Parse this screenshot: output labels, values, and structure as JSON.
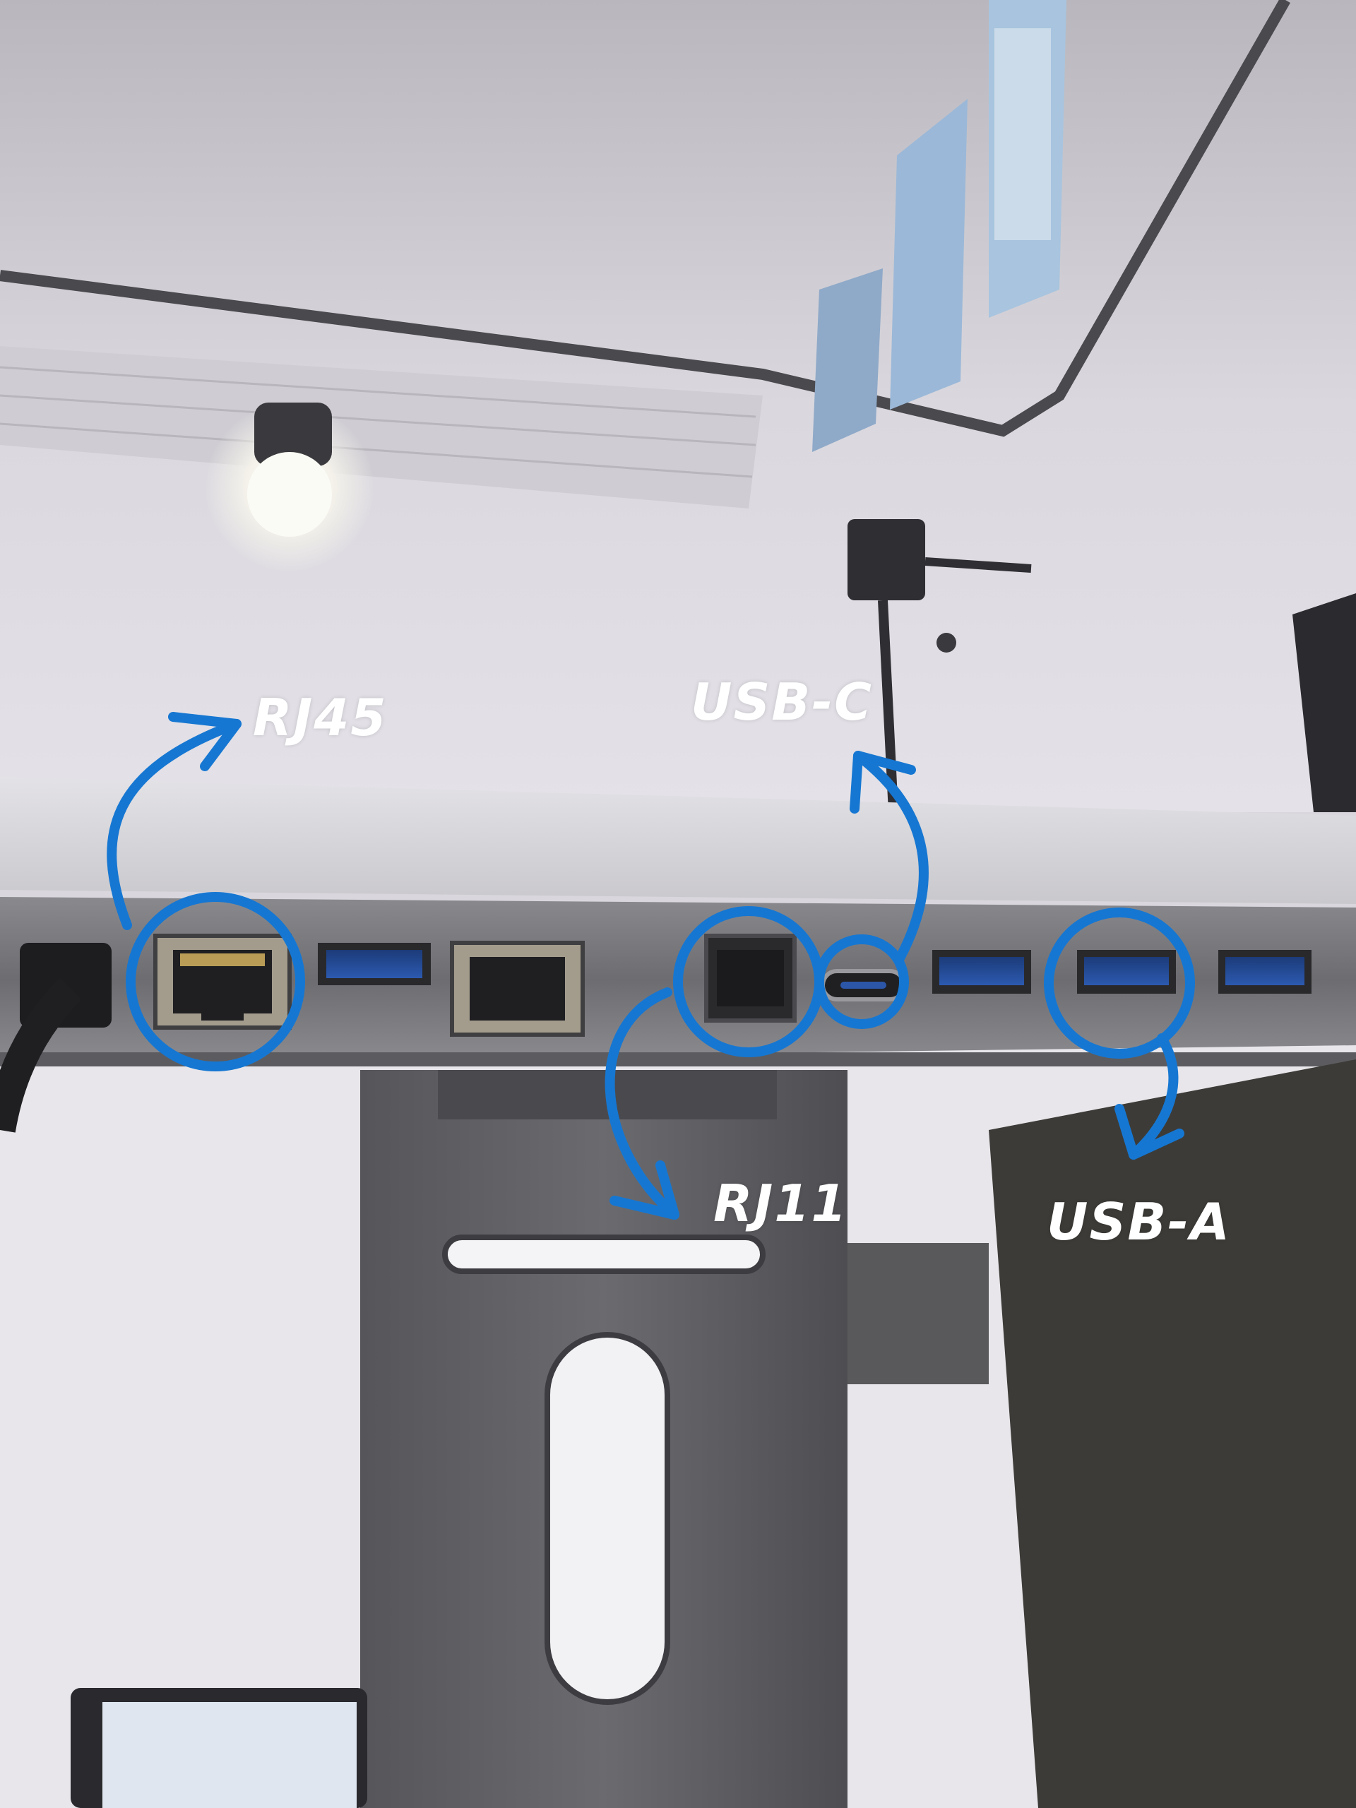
{
  "annotations": {
    "color": "#1677d2",
    "labels": {
      "rj45": "RJ45",
      "usb_c": "USB-C",
      "rj11": "RJ11",
      "usb_a": "USB-A"
    }
  },
  "scene": {
    "subject": "laptop-docking-station-rear-ports",
    "icons": [
      "ceiling-spotlight",
      "wall-monitors",
      "monitor-stand",
      "power-cable"
    ]
  }
}
